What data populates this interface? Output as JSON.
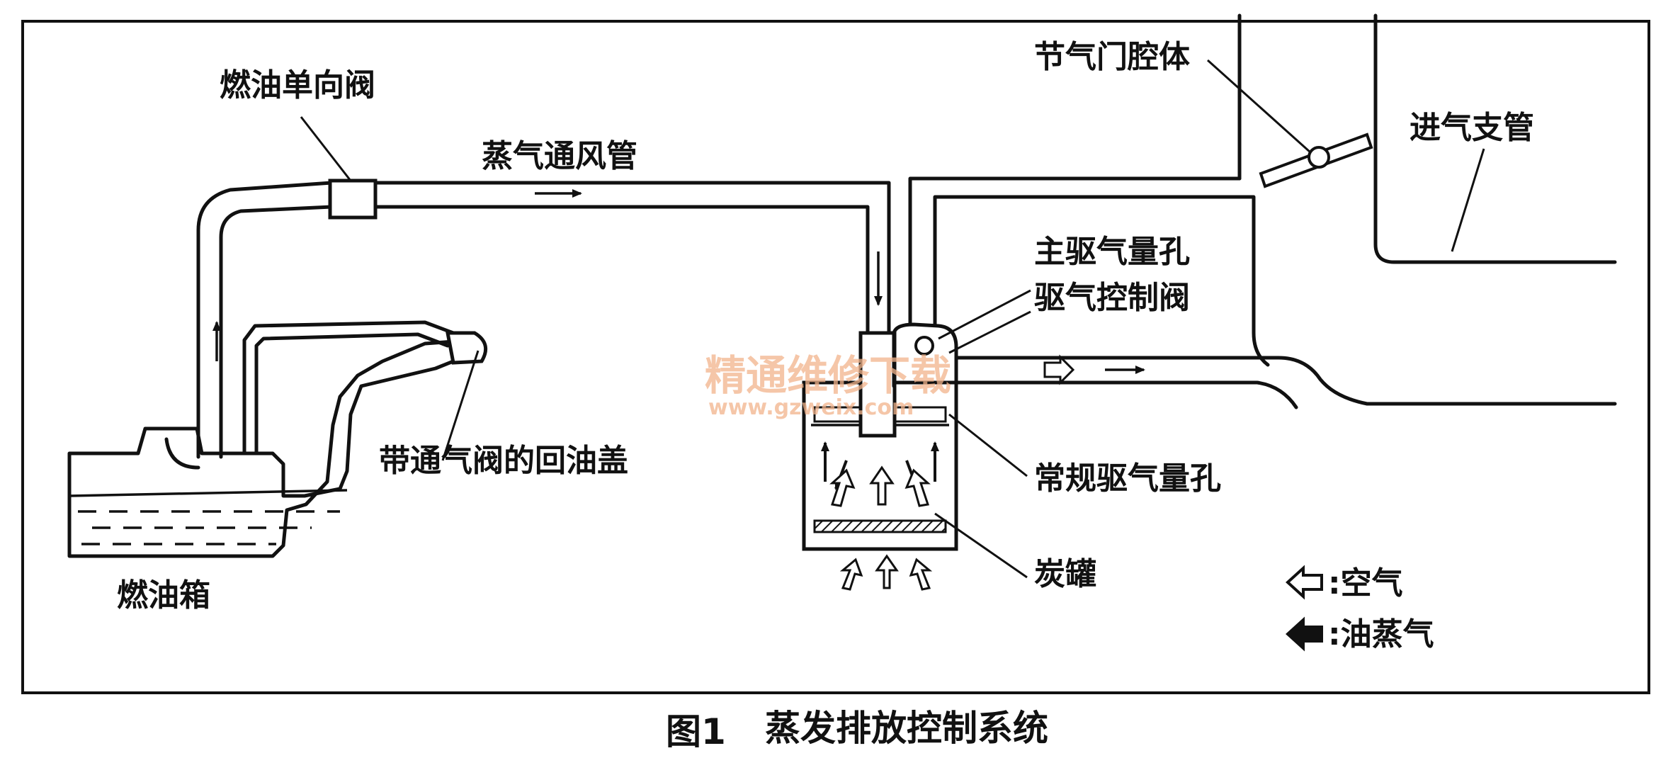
{
  "labels": {
    "fuel_check_valve": "燃油单向阀",
    "vapor_vent_pipe": "蒸气通风管",
    "throttle_body": "节气门腔体",
    "intake_manifold": "进气支管",
    "main_purge_orifice": "主驱气量孔",
    "purge_control_valve": "驱气控制阀",
    "fuel_cap": "带通气阀的回油盖",
    "regular_purge_orifice": "常规驱气量孔",
    "canister": "炭罐",
    "fuel_tank": "燃油箱"
  },
  "legend": {
    "air": ":空气",
    "fuel_vapor": ":油蒸气"
  },
  "caption": {
    "number": "图1",
    "title": "蒸发排放控制系统"
  },
  "watermark": {
    "text": "精通维修下载",
    "url": "www.gzweix.com"
  },
  "colors": {
    "line": "#111111",
    "watermark": "#f2b48c"
  }
}
